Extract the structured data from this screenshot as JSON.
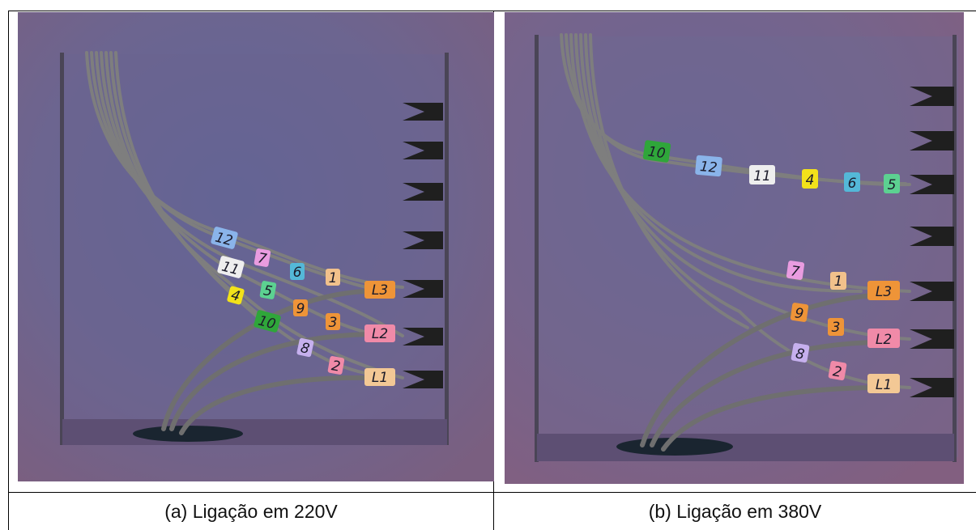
{
  "panels": [
    {
      "id": "a",
      "caption": "(a) Ligação em 220V",
      "tags": [
        "12",
        "7",
        "6",
        "1",
        "L3",
        "11",
        "5",
        "9",
        "3",
        "L2",
        "4",
        "10",
        "8",
        "2",
        "L1"
      ]
    },
    {
      "id": "b",
      "caption": "(b) Ligação em 380V",
      "tags": [
        "10",
        "12",
        "11",
        "4",
        "6",
        "5",
        "7",
        "1",
        "L3",
        "9",
        "3",
        "L2",
        "8",
        "2",
        "L1"
      ]
    }
  ],
  "colors": {
    "background": "#6e6588",
    "wall": "#4a4556",
    "cable": "#7e7e7e",
    "terminal": "#1f1f1f",
    "hole": "#1a2530"
  }
}
